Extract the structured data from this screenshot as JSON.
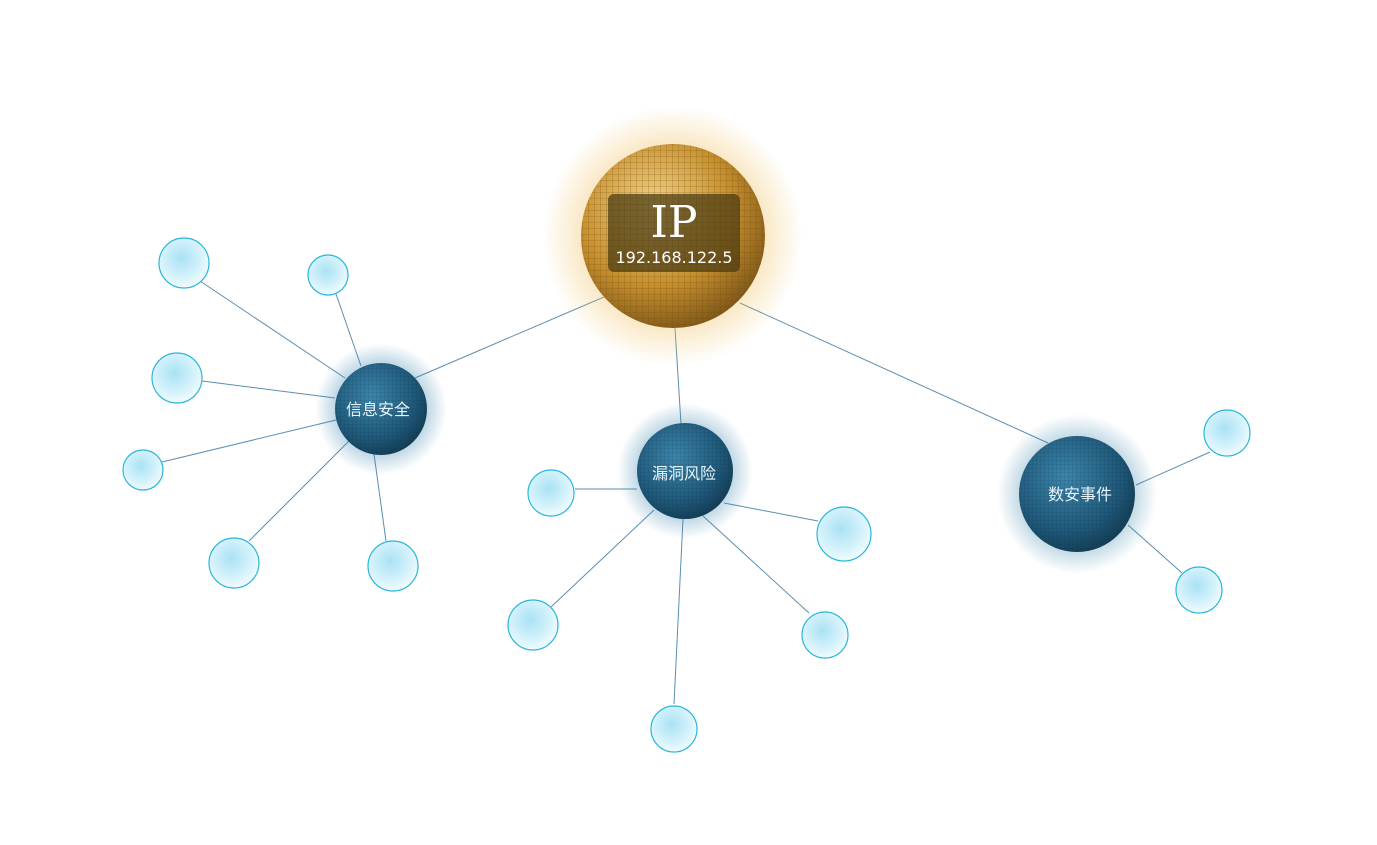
{
  "root": {
    "title": "IP",
    "ip": "192.168.122.5",
    "color": "#d9a23a"
  },
  "categories": [
    {
      "id": "info-security",
      "label": "信息安全",
      "leaf_count": 6
    },
    {
      "id": "vuln-risk",
      "label": "漏洞风险",
      "leaf_count": 5
    },
    {
      "id": "data-security-events",
      "label": "数安事件",
      "leaf_count": 2
    }
  ],
  "colors": {
    "category_sphere": "#1f5f84",
    "leaf_bubble": "#bfe9f7",
    "leaf_stroke": "#27b7dc",
    "link": "#5a8fb0",
    "background": "#ffffff"
  }
}
